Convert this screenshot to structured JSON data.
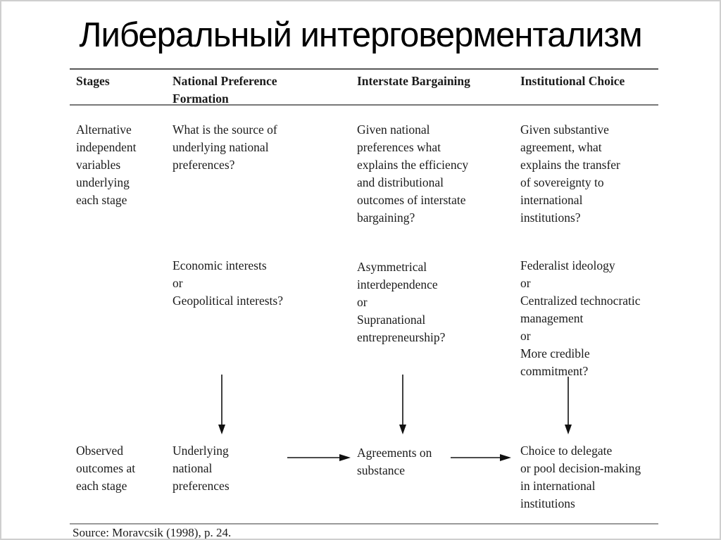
{
  "slide": {
    "title": "Либеральный интерговерментализм",
    "source": "Source: Moravcsik (1998), p. 24."
  },
  "table": {
    "headers": {
      "stages": "Stages",
      "national_preference_formation": "National Preference\nFormation",
      "interstate_bargaining": "Interstate Bargaining",
      "institutional_choice": "Institutional Choice"
    },
    "row_independent_variables": {
      "stages": "Alternative\nindependent\nvariables\nunderlying\neach stage",
      "national_preference_formation": "What is the source of\nunderlying national\npreferences?",
      "interstate_bargaining": "Given national\npreferences what\nexplains the efficiency\nand distributional\noutcomes of interstate\nbargaining?",
      "institutional_choice": "Given substantive\nagreement, what\nexplains the transfer\nof sovereignty to\ninternational\ninstitutions?"
    },
    "row_alternatives": {
      "national_preference_formation": "Economic interests\nor\nGeopolitical interests?",
      "interstate_bargaining": "Asymmetrical\ninterdependence\nor\nSupranational\nentrepreneurship?",
      "institutional_choice": "Federalist ideology\nor\nCentralized technocratic\nmanagement\nor\nMore credible\ncommitment?"
    },
    "row_observed_outcomes": {
      "stages": "Observed\noutcomes at\neach stage",
      "national_preference_formation": "Underlying\nnational\npreferences",
      "interstate_bargaining": "Agreements on\nsubstance",
      "institutional_choice": "Choice to delegate\nor pool decision-making\nin international\ninstitutions"
    }
  },
  "icons": {
    "down_arrow": "↓",
    "right_arrow": "→"
  },
  "colors": {
    "background": "#ffffff",
    "text": "#1b1b1b",
    "title": "#000000",
    "rule_top": "#585858",
    "rule_bottom": "#9a9a9a",
    "slide_border": "#cfcfcf"
  }
}
